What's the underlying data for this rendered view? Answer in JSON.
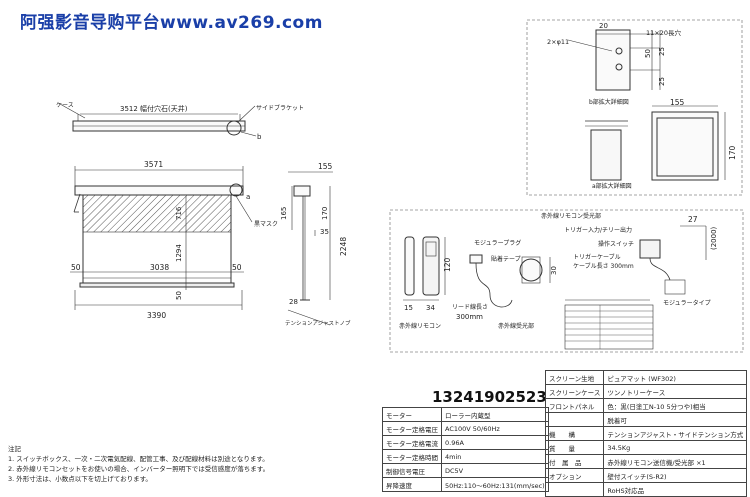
{
  "watermark": "阿强影音导购平台www.av269.com",
  "phone": "13241902523",
  "top_view": {
    "case_label": "ケース",
    "bracket_label": "サイドブラケット",
    "width_label": "3512 幅付穴石(天井)",
    "marker_b": "b"
  },
  "front_view": {
    "width_total": "3571",
    "width_bottom": "3390",
    "viewable_width": "3038",
    "left_margin": "50",
    "right_margin": "50",
    "mask_label": "黒マスク",
    "dim_716": "716",
    "dim_1294": "1294",
    "dim_50": "50",
    "marker_a": "a"
  },
  "side_view": {
    "dim_155": "155",
    "dim_165": "165",
    "dim_170": "170",
    "dim_35": "35",
    "dim_2248": "2248",
    "dim_28": "28",
    "tension_label": "テンションアジャストノブ"
  },
  "detail_b": {
    "label": "b部拡大詳細図",
    "hole_label": "2×φ11",
    "slot_label": "11×20長穴",
    "dim_20": "20",
    "dim_50": "50",
    "dim_25a": "25",
    "dim_25b": "25"
  },
  "detail_a": {
    "label": "a部拡大詳細図",
    "dim_155": "155",
    "dim_170": "170"
  },
  "remote_panel": {
    "receiver_label": "赤外線リモコン受光部",
    "trigger_label": "トリガー入力/チリー出力",
    "op_switch": "操作スイッチ",
    "trigger_cable": "トリガーケーブル",
    "cable_len": "ケーブル長さ 300mm",
    "modular_plug": "モジュラープラグ",
    "tape": "貼着テープ",
    "lead_len": "リード線長さ",
    "lead_mm": "300mm",
    "remote_label": "赤外線リモコン",
    "receiver_bottom": "赤外線受光部",
    "modular_type": "モジュラータイプ",
    "dim_120": "120",
    "dim_30": "30",
    "dim_15": "15",
    "dim_34": "34",
    "dim_27": "27",
    "dim_2000": "(2000)"
  },
  "spec_right": [
    [
      "スクリーン生地",
      "ピュアマット (WF302)"
    ],
    [
      "スクリーンケース",
      "ツンノトリーケース"
    ],
    [
      "フロントパネル",
      "色：黒(日塗工N-10 5分つや)相当"
    ],
    [
      "",
      "脱着可"
    ],
    [
      "機　　構",
      "テンションアジャスト・サイドテンション方式"
    ],
    [
      "質　　量",
      "34.5Kg"
    ],
    [
      "付　属　品",
      "赤外線リモコン送信機/受光部 ×1"
    ],
    [
      "オプション",
      "壁付スイッチ(S-R2)"
    ],
    [
      "",
      "RoHS対応品"
    ]
  ],
  "spec_left": [
    [
      "モーター",
      "ローラー内蔵型"
    ],
    [
      "モーター定格電圧",
      "AC100V 50/60Hz"
    ],
    [
      "モーター定格電流",
      "0.96A"
    ],
    [
      "モーター定格時間",
      "4min"
    ],
    [
      "制御信号電圧",
      "DC5V"
    ],
    [
      "昇降速度",
      "50Hz:110～60Hz:131(mm/sec)"
    ]
  ],
  "notes": {
    "title": "注記",
    "n1": "1. スイッチボックス、一次・二次電気配線、配管工事、及び配線材料は別途となります。",
    "n2": "2. 赤外線リモコンセットをお使いの場合、インバーター照明下では受信感度が落ちます。",
    "n3": "3. 外形寸法は、小数点以下を切上げております。"
  }
}
